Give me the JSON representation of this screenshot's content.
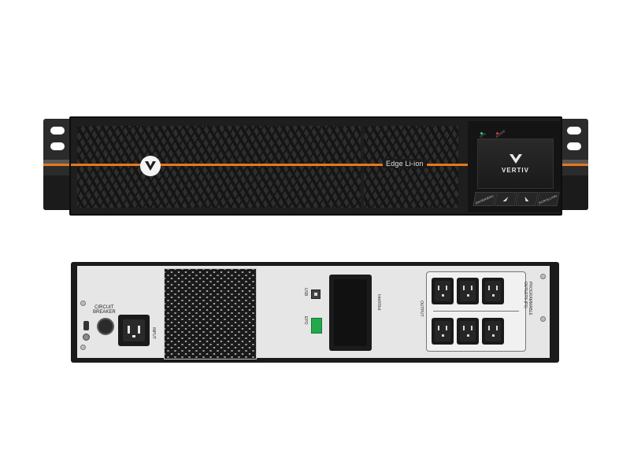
{
  "front": {
    "model": "Edge Li-ion",
    "brand": "VERTIV",
    "indicators": [
      "UPS",
      "ALARM"
    ],
    "buttons": [
      "ENTER/ESC",
      "UP",
      "DOWN",
      "SCROLL/ON"
    ],
    "colors": {
      "accent": "#e8781a",
      "body": "#1e1e1e"
    }
  },
  "rear": {
    "circuit_breaker": "CIRCUIT\nBREAKER",
    "input": "INPUT",
    "usb": "USB",
    "epo": "EPO",
    "intellislot": "IntelliSlot",
    "output": "OUTPUT",
    "programmable": "PROGRAMMABLE\nOUTLETS (P1)"
  }
}
